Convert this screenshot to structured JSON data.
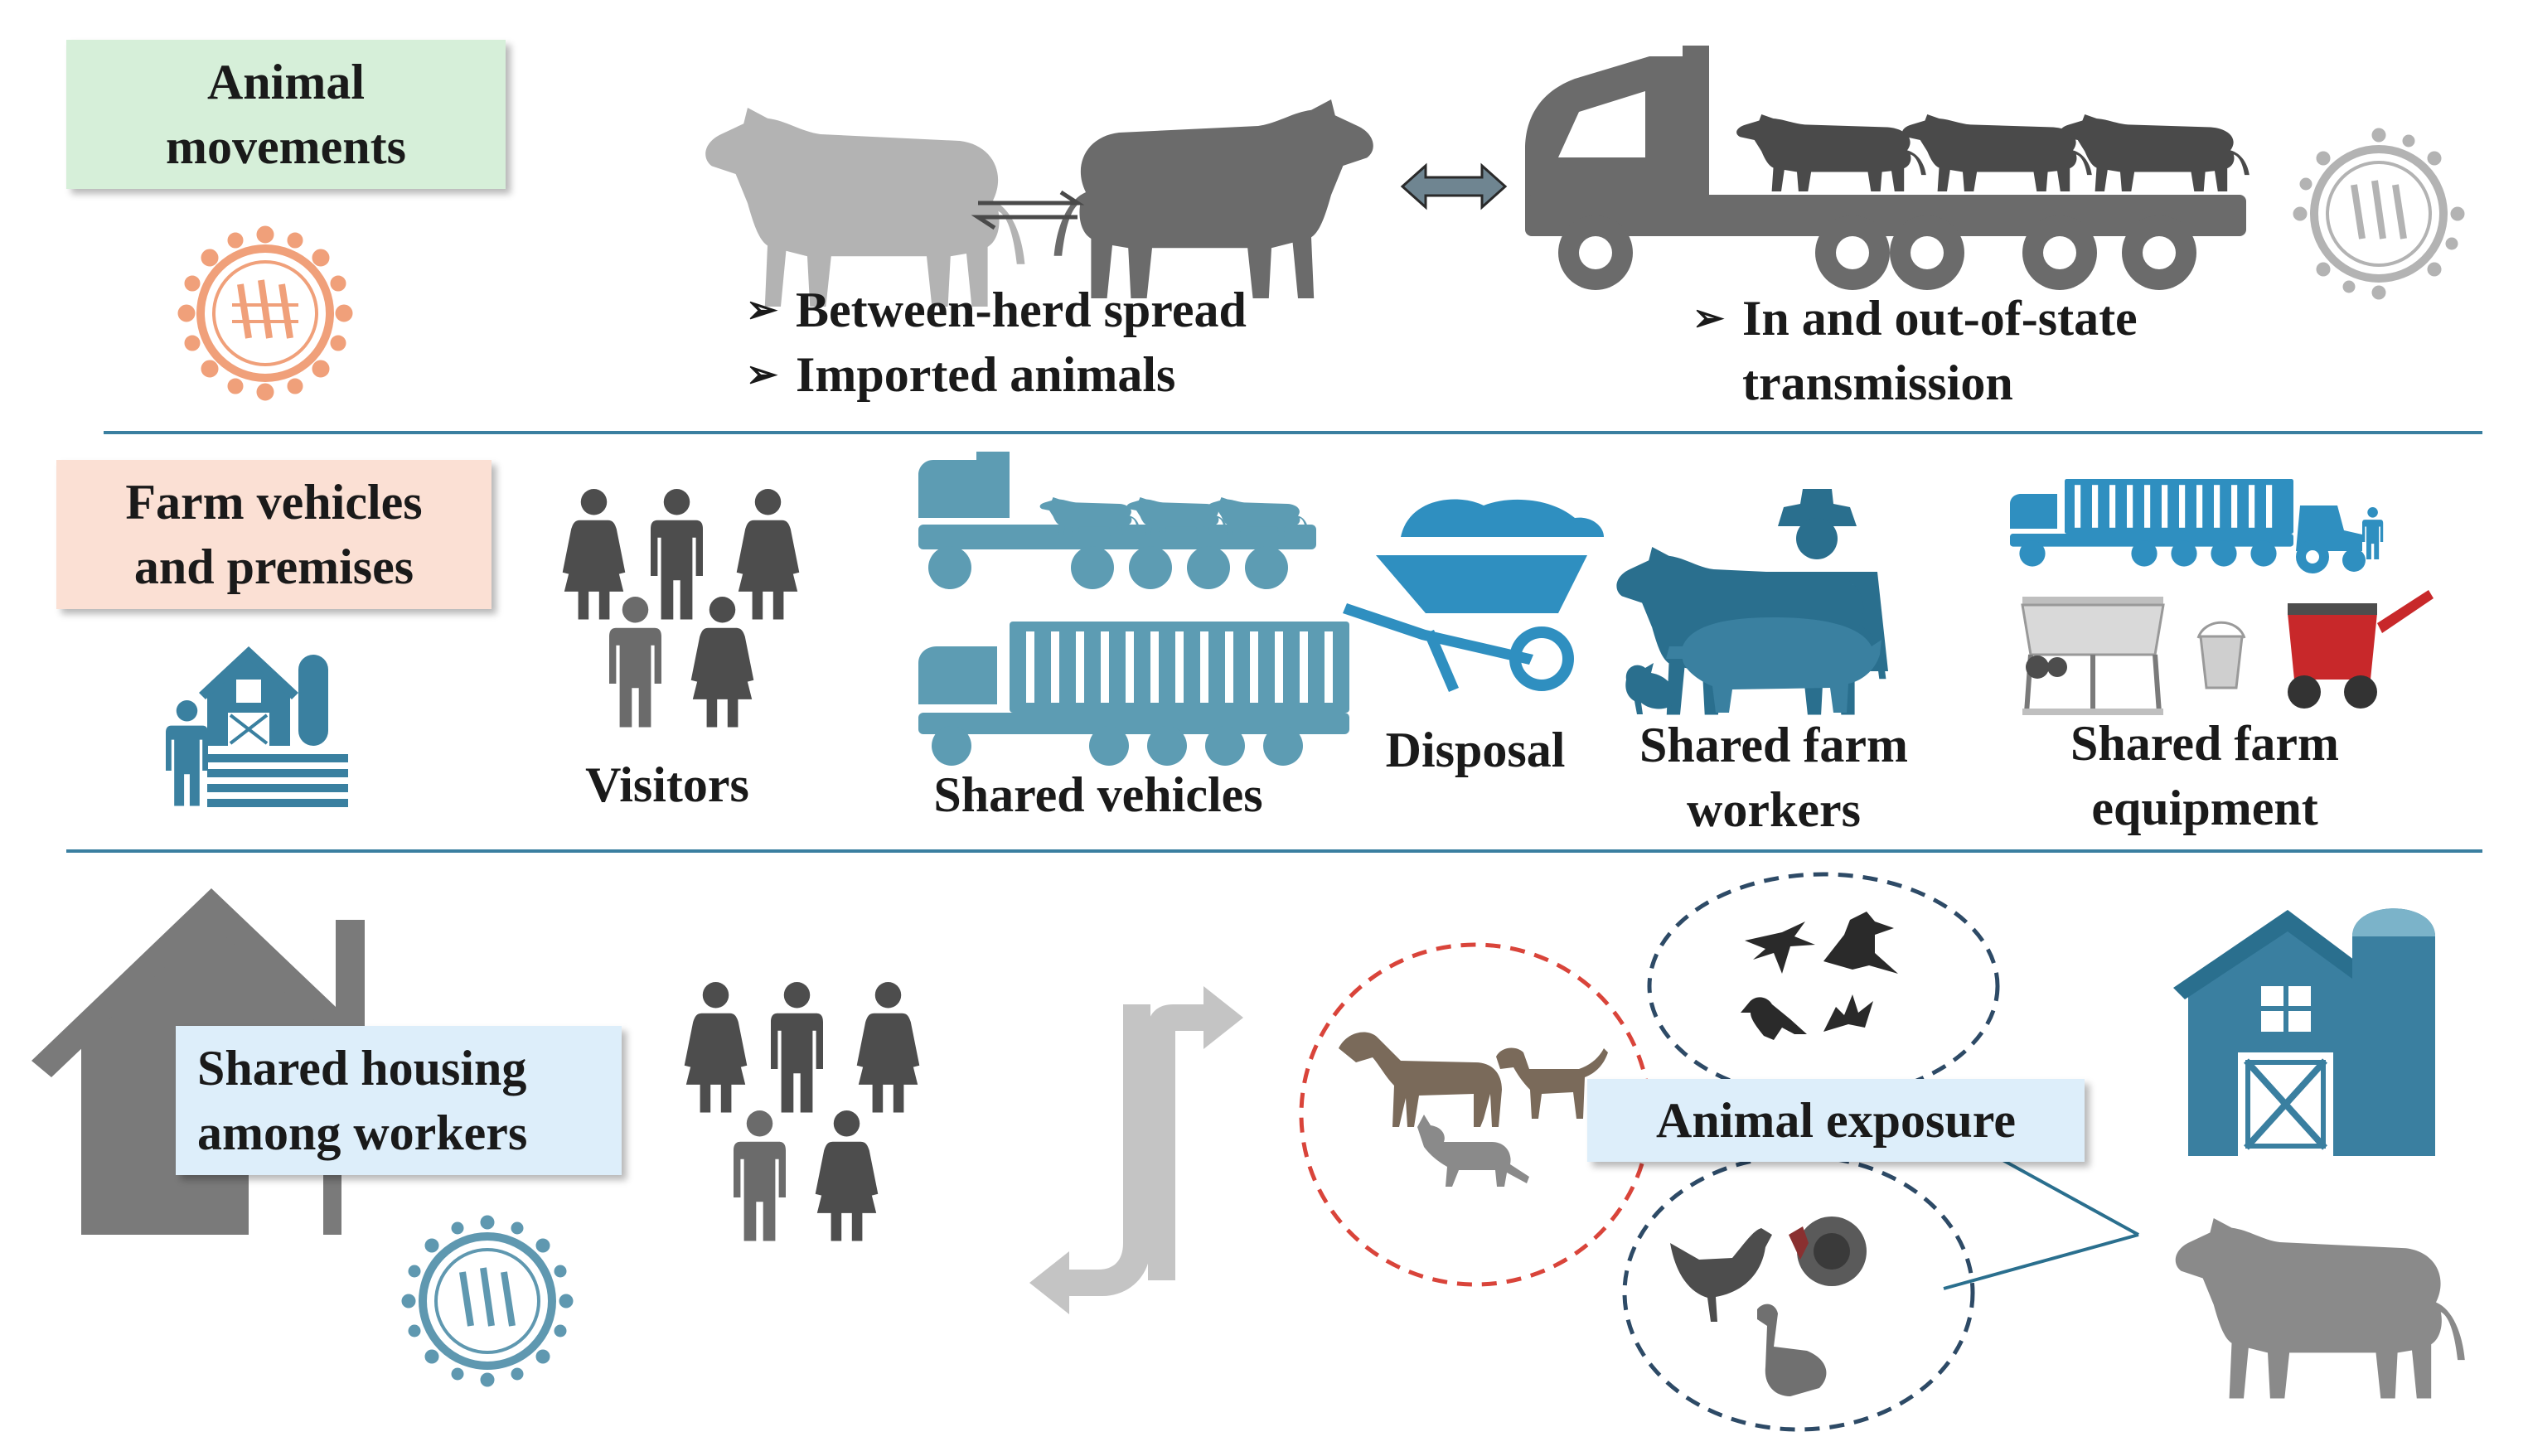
{
  "section_top": {
    "box_label_line1": "Animal",
    "box_label_line2": "movements",
    "box_color": "#d6efd9",
    "bullets_left": [
      "Between-herd spread",
      "Imported animals"
    ],
    "bullet_right_line1": "In and out-of-state",
    "bullet_right_line2": "transmission",
    "bullet_glyph": "➢"
  },
  "section_middle": {
    "box_label_line1": "Farm vehicles",
    "box_label_line2": "and premises",
    "box_color": "#fbe0d4",
    "captions": {
      "visitors": "Visitors",
      "shared_vehicles": "Shared vehicles",
      "disposal": "Disposal",
      "workers_line1": "Shared farm",
      "workers_line2": "workers",
      "equipment_line1": "Shared farm",
      "equipment_line2": "equipment"
    }
  },
  "section_bottom": {
    "housing_line1": "Shared housing",
    "housing_line2": "among workers",
    "exposure_label": "Animal exposure",
    "box_color": "#ddeefa"
  },
  "colors": {
    "teal": "#3a80a0",
    "gray_icon": "#6b6b6b",
    "light_gray": "#b3b3b3",
    "virus_orange": "#f0a07a",
    "virus_teal": "#5f98b0",
    "divider": "#3a7fa0",
    "red_dash": "#d9443a",
    "navy_dash": "#2d4a66"
  },
  "icons": [
    "virus-icon",
    "cow-icon",
    "cattle-truck-icon",
    "people-icon",
    "wheelbarrow-icon",
    "farmer-icon",
    "barn-icon",
    "house-icon",
    "tractor-icon",
    "horse-icon",
    "dog-icon",
    "cat-icon",
    "bird-icon",
    "bat-icon",
    "chicken-icon",
    "goose-icon",
    "turkey-icon",
    "exchange-arrow-icon",
    "flow-arrow-icon"
  ]
}
